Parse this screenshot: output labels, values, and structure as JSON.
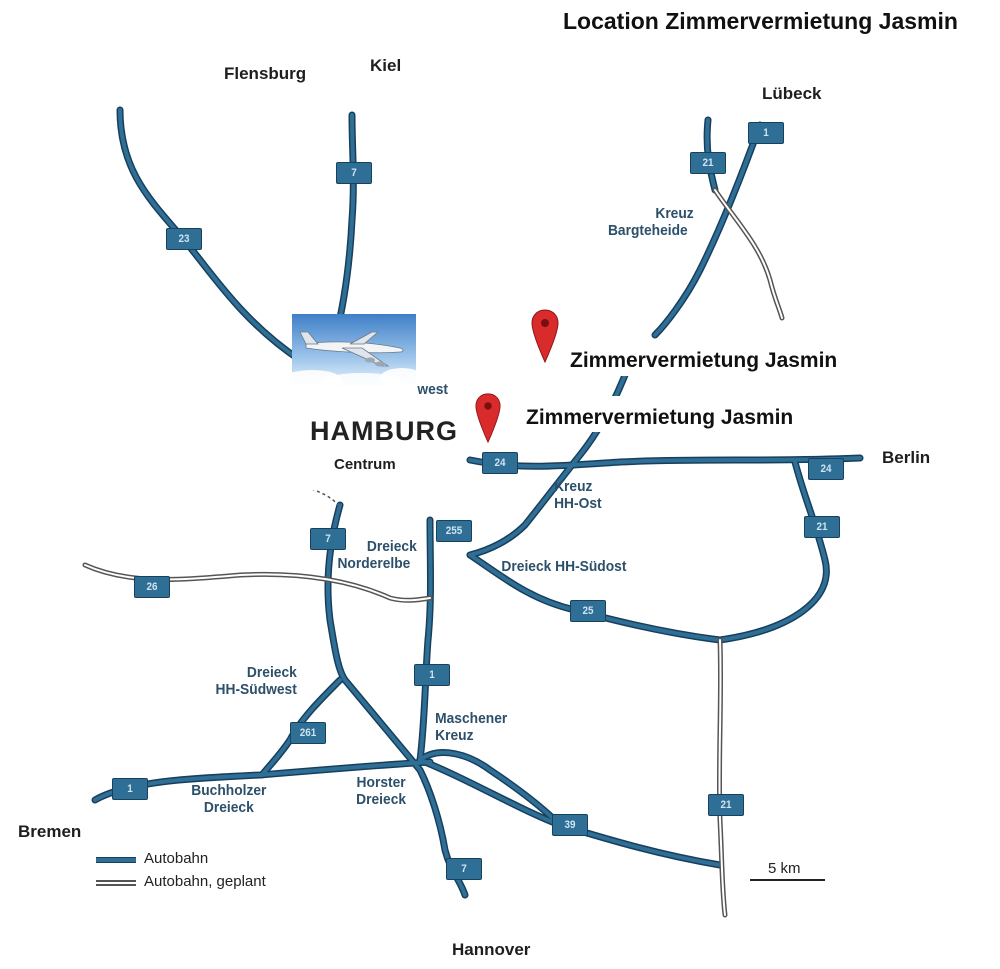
{
  "title": "Location Zimmervermietung Jasmin",
  "cities": {
    "flensburg": "Flensburg",
    "kiel": "Kiel",
    "luebeck": "Lübeck",
    "berlin": "Berlin",
    "bremen": "Bremen",
    "hannover": "Hannover",
    "hamburg": "HAMBURG",
    "centrum": "Centrum"
  },
  "markers": {
    "marker1": "Zimmervermietung Jasmin",
    "marker2": "Zimmervermietung Jasmin",
    "pin_color": "#d92b2b"
  },
  "junctions": {
    "kreuz_bargteheide_1": "Kreuz",
    "kreuz_bargteheide_2": "Bargteheide",
    "hh_nordwest_partial": "west",
    "kreuz_hh_ost_1": "Kreuz",
    "kreuz_hh_ost_2": "HH-Ost",
    "dreieck_norderelbe_1": "Dreieck",
    "dreieck_norderelbe_2": "Norderelbe",
    "dreieck_hh_suedost": "Dreieck HH-Südost",
    "dreieck_hh_suedwest_1": "Dreieck",
    "dreieck_hh_suedwest_2": "HH-Südwest",
    "maschener_kreuz_1": "Maschener",
    "maschener_kreuz_2": "Kreuz",
    "horster_dreieck_1": "Horster",
    "horster_dreieck_2": "Dreieck",
    "buchholzer_dreieck_1": "Buchholzer",
    "buchholzer_dreieck_2": "Dreieck"
  },
  "shields": {
    "a7_north": "7",
    "a23": "23",
    "a1_luebeck": "1",
    "a21_north": "21",
    "a24_city": "24",
    "a24_berlin": "24",
    "a21_east": "21",
    "a7_south_city": "7",
    "a255": "255",
    "a26_west": "26",
    "a25": "25",
    "a1_mid": "1",
    "a261": "261",
    "a1_bremen": "1",
    "a39": "39",
    "a7_hannover": "7",
    "a21_south": "21"
  },
  "legend": {
    "autobahn": "Autobahn",
    "autobahn_geplant": "Autobahn, geplant"
  },
  "scale": {
    "label": "5 km"
  },
  "colors": {
    "road_fill": "#2f6e95",
    "road_outline": "#173f5c",
    "planned_road": "#555555"
  }
}
